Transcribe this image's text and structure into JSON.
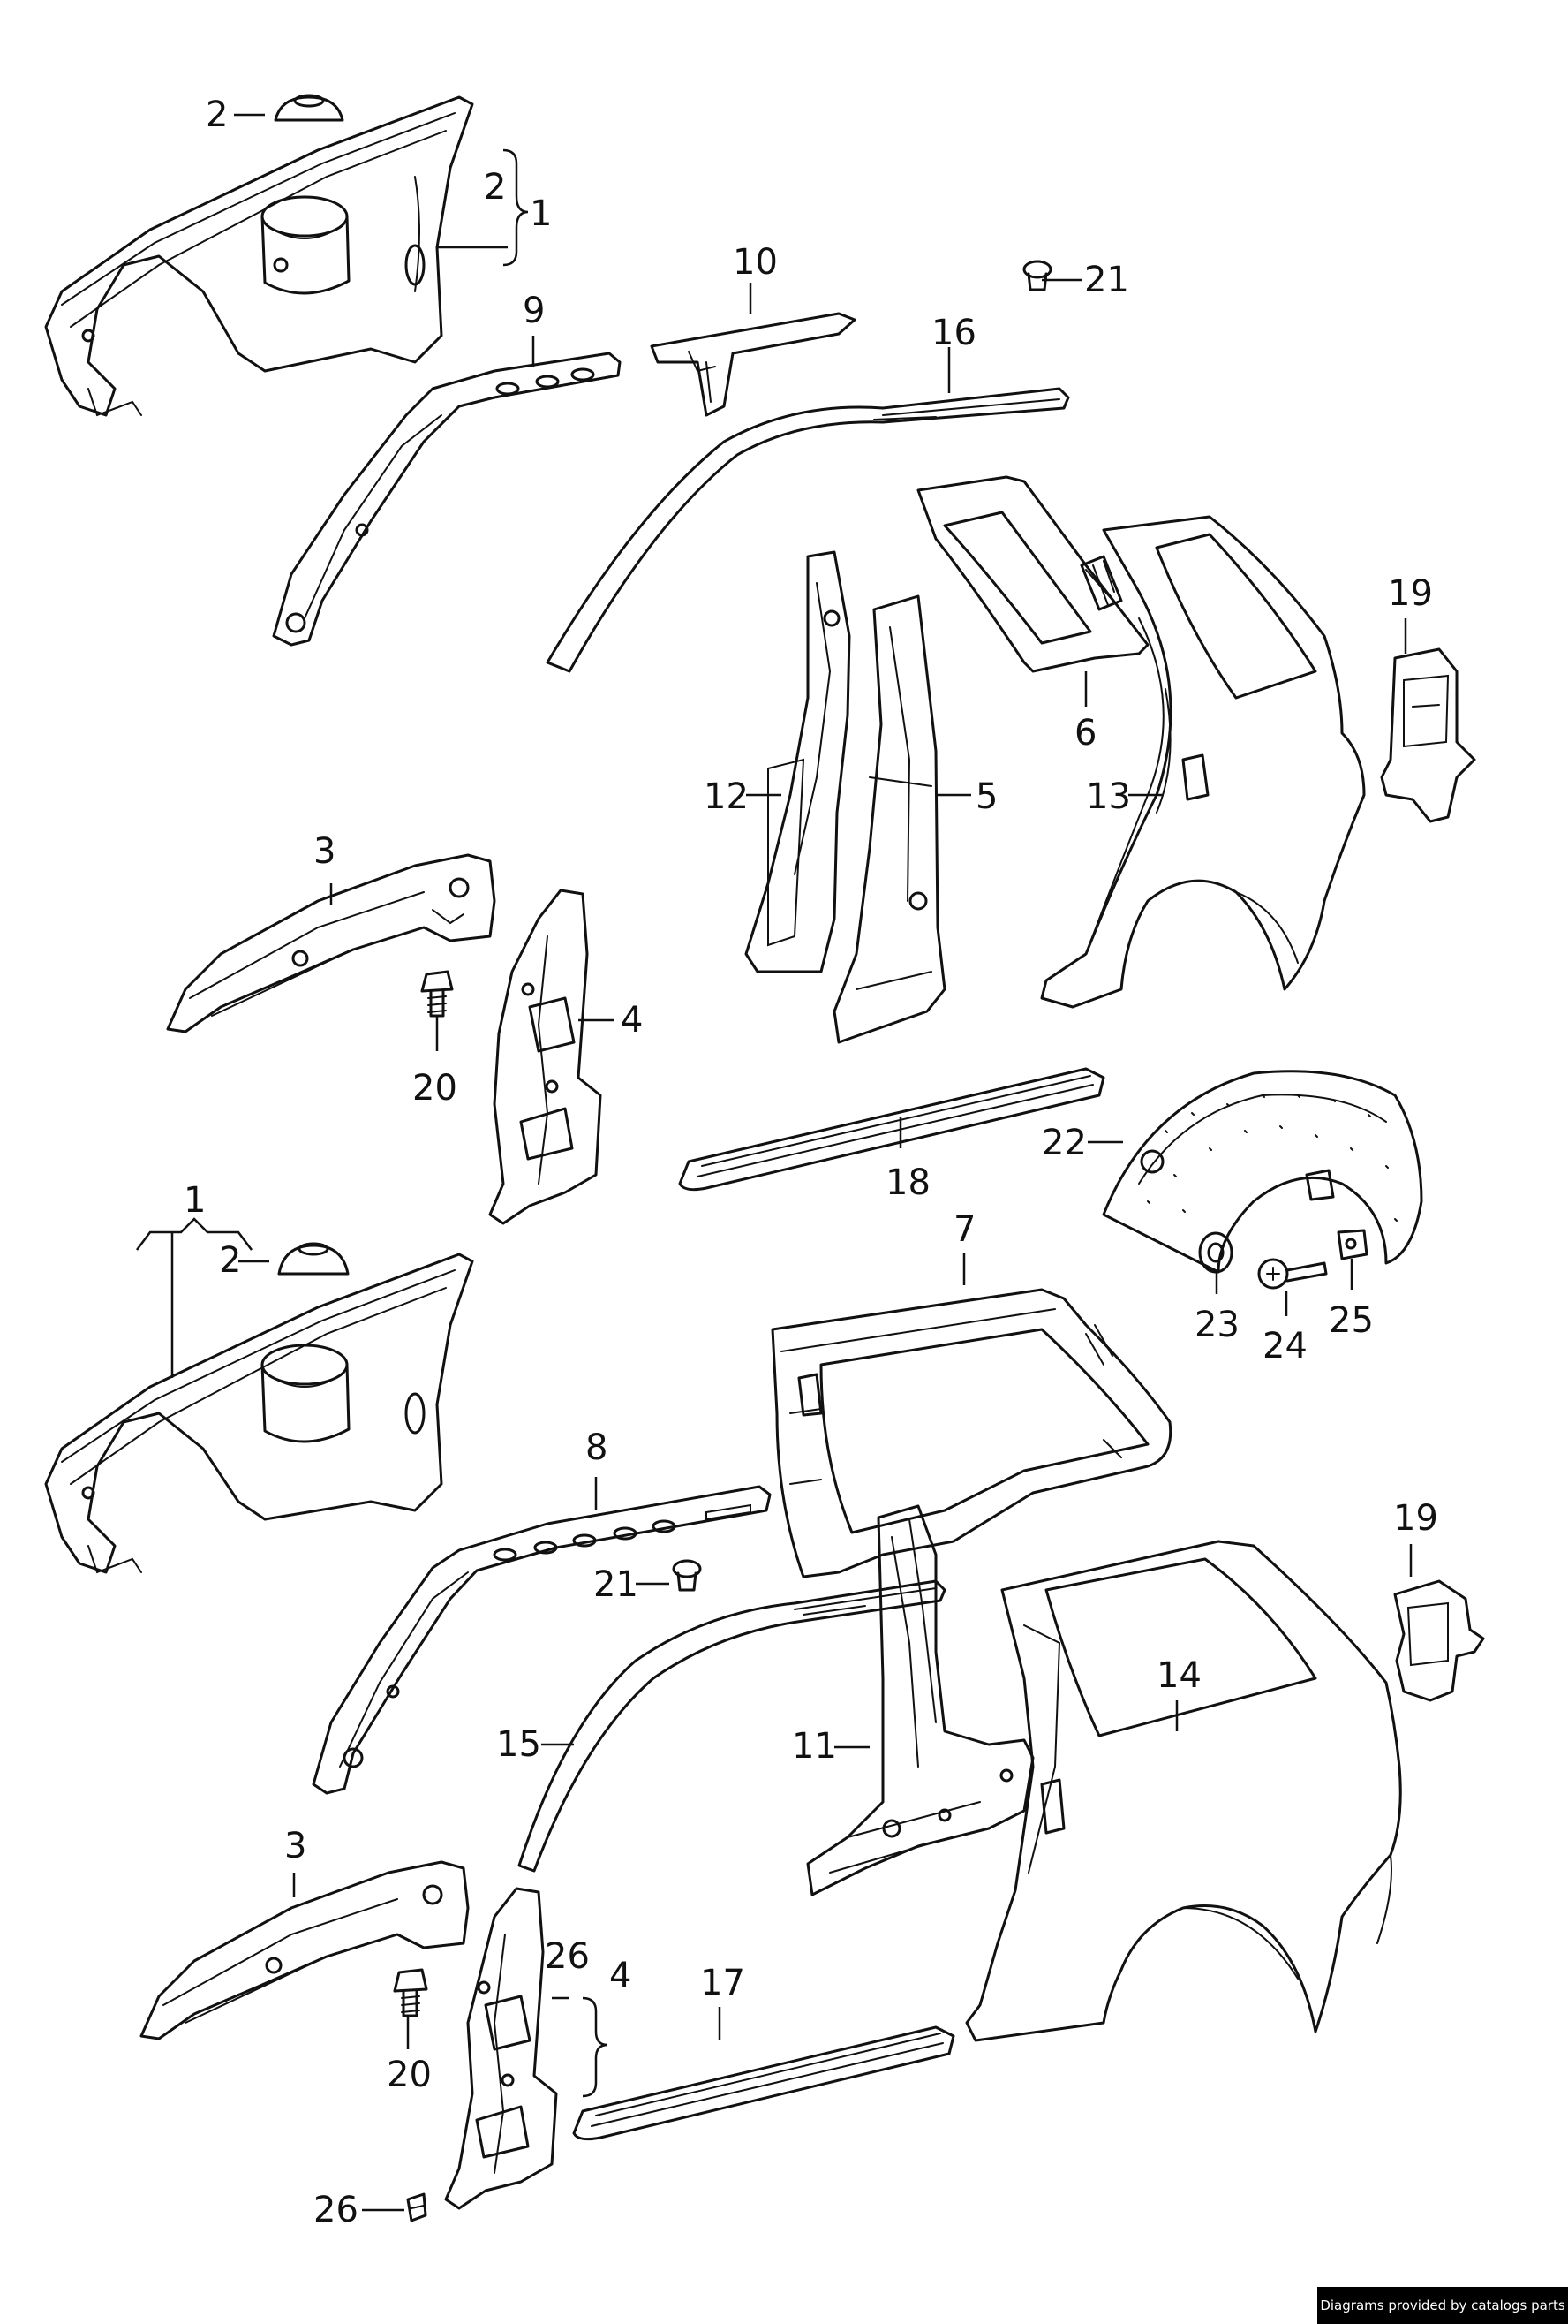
{
  "diagram": {
    "callouts": {
      "c1": "2",
      "c2": "2",
      "c3": "1",
      "c4": "10",
      "c5": "21",
      "c6": "9",
      "c7": "16",
      "c8": "19",
      "c9": "12",
      "c10": "5",
      "c11": "6",
      "c12": "13",
      "c13": "3",
      "c14": "4",
      "c15": "20",
      "c16": "1",
      "c17": "2",
      "c18": "18",
      "c19": "7",
      "c20": "22",
      "c21": "23",
      "c22": "24",
      "c23": "25",
      "c24": "8",
      "c25": "21",
      "c26": "19",
      "c27": "14",
      "c28": "15",
      "c29": "11",
      "c30": "3",
      "c31": "26",
      "c32": "4",
      "c33": "17",
      "c34": "20",
      "c35": "26"
    }
  },
  "footer": {
    "credit": "Diagrams provided by catalogs parts"
  }
}
